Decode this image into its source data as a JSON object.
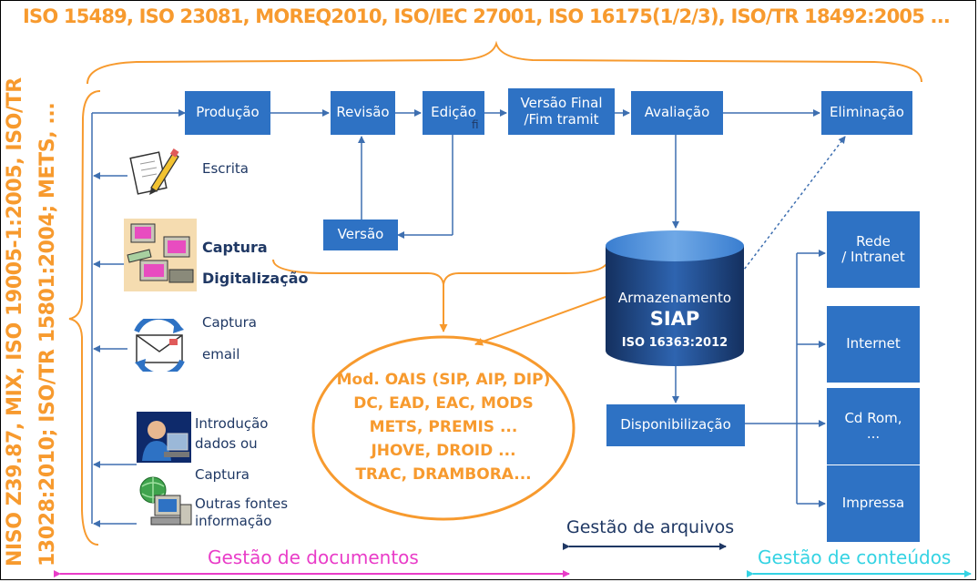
{
  "standards": {
    "top": "ISO 15489, ISO 23081, MOREQ2010, ISO/IEC 27001, ISO 16175(1/2/3), ISO/TR 18492:2005 ...",
    "left_line1": "NISO Z39.87,  MIX,  ISO 19005-1:2005, ISO/TR",
    "left_line2": "13028:2010; ISO/TR 15801:2004; METS, ..."
  },
  "flow": {
    "producao": "Produção",
    "revisao": "Revisão",
    "edicao": "Edição",
    "edicao_overlap": "fi",
    "versao_final_1": "Versão Final",
    "versao_final_2": "/Fim tramit",
    "avaliacao": "Avaliação",
    "eliminacao": "Eliminação",
    "versao": "Versão",
    "disponibilizacao": "Disponibilização"
  },
  "storage": {
    "line1": "Armazenamento",
    "line2": "SIAP",
    "line3": "ISO 16363:2012"
  },
  "inputs": {
    "escrita": "Escrita",
    "captura1": "Captura",
    "digitalizacao": "Digitalização",
    "captura2": "Captura",
    "email": "email",
    "introducao": "Introdução",
    "dados_ou": "dados ou",
    "captura3": "Captura",
    "outras_fontes": "Outras fontes",
    "informacao": "informação"
  },
  "outputs": {
    "rede_1": "Rede",
    "rede_2": "/ Intranet",
    "internet": "Internet",
    "cdrom_1": "Cd Rom,",
    "cdrom_2": "...",
    "impressa": "Impressa"
  },
  "preservation": {
    "line1": "Mod. OAIS (SIP, AIP, DIP)",
    "line2": "DC, EAD, EAC, MODS",
    "line3": "METS, PREMIS ...",
    "line4": "JHOVE, DROID ...",
    "line5": "TRAC, DRAMBORA..."
  },
  "bottom": {
    "gestao_arquivos": "Gestão de arquivos",
    "gestao_documentos": "Gestão de documentos",
    "gestao_conteudos": "Gestão de conteúdos"
  },
  "icons": [
    "pencil-paper-icon",
    "scanner-computers-icon",
    "email-envelope-icon",
    "user-computer-icon",
    "network-computer-icon"
  ],
  "colors": {
    "box_blue": "#2E72C4",
    "standard_orange": "#F79A2E",
    "line_blue": "#3E6FB0",
    "navy": "#1F3864",
    "magenta": "#E93CC8",
    "cyan": "#35D3E3"
  }
}
